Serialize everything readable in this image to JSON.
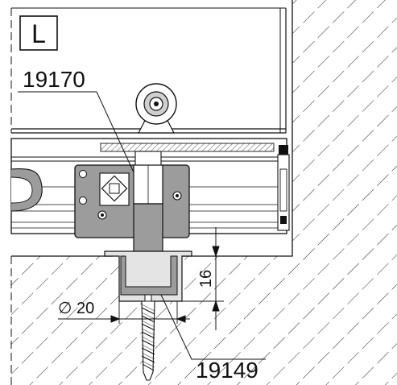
{
  "view_badge": "L",
  "callouts": {
    "part_upper": "19170",
    "part_lower": "19149"
  },
  "dimensions": {
    "diameter": "∅ 20",
    "height": "16"
  },
  "colors": {
    "metal_grey": "#9c9c9c",
    "light_grey": "#e4e4e4",
    "line": "#111111"
  }
}
